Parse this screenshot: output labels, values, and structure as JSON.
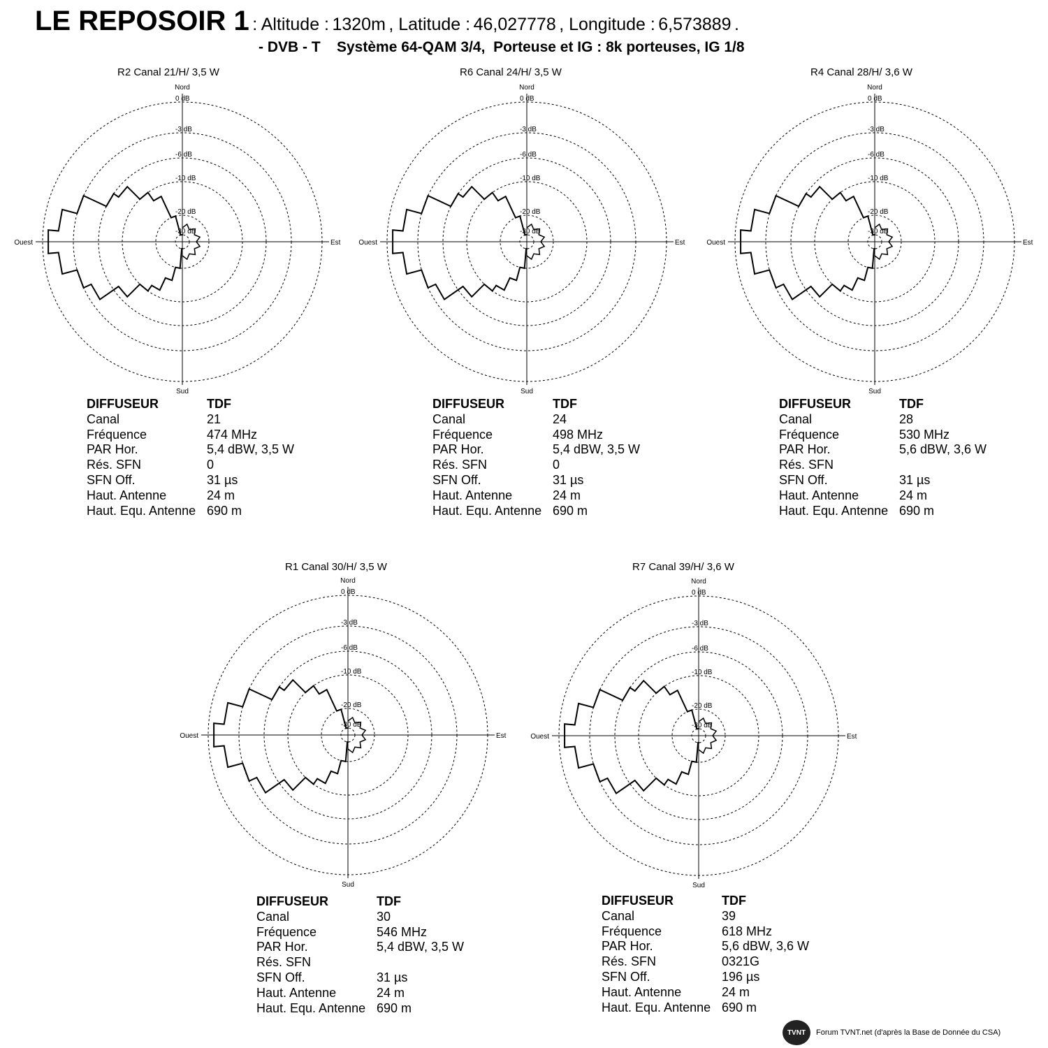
{
  "header": {
    "title": "LE REPOSOIR 1",
    "altitude_label": ": Altitude :",
    "altitude": "1320m",
    "latitude_label": ", Latitude :",
    "latitude": "46,027778",
    "longitude_label": ", Longitude :",
    "longitude": "6,573889",
    "end": ".",
    "subtitle": "- DVB - T    Système 64-QAM 3/4,  Porteuse et IG : 8k porteuses, IG 1/8"
  },
  "axis_labels": {
    "north": "Nord",
    "south": "Sud",
    "east": "Est",
    "west": "Ouest"
  },
  "ring_labels": [
    "0 dB",
    "-3 dB",
    "-6 dB",
    "-10 dB",
    "-20 dB",
    "-30 dB"
  ],
  "info_labels": {
    "diffuseur": "DIFFUSEUR",
    "canal": "Canal",
    "frequence": "Fréquence",
    "par": "PAR Hor.",
    "res_sfn": "Rés. SFN",
    "sfn_off": "SFN Off.",
    "haut": "Haut. Antenne",
    "haut_equ": "Haut. Equ. Antenne"
  },
  "footer": {
    "logo": "TVNT",
    "text": "Forum TVNT.net (d'après la Base de Donnée du CSA)"
  },
  "chart_data": [
    {
      "type": "polar",
      "title": "R2   Canal 21/H/ 3,5 W",
      "diffuseur": "TDF",
      "canal": "21",
      "frequence": "474 MHz",
      "par": "5,4 dBW, 3,5 W",
      "res_sfn": "0",
      "sfn_off": "31 µs",
      "haut": "24 m",
      "haut_equ": "690 m",
      "azimuth_deg": [
        180,
        190,
        200,
        210,
        220,
        230,
        240,
        250,
        260,
        270,
        280,
        290,
        300,
        310,
        320,
        330,
        340,
        350,
        360
      ],
      "attenuation_db": [
        -30,
        -20,
        -16,
        -12,
        -10,
        -7,
        -4,
        -3,
        -1.5,
        -0.5,
        -1.5,
        -3,
        -6,
        -7,
        -10,
        -13,
        -20,
        -30,
        -30
      ]
    },
    {
      "type": "polar",
      "title": "R6   Canal 24/H/ 3,5 W",
      "diffuseur": "TDF",
      "canal": "24",
      "frequence": "498 MHz",
      "par": "5,4 dBW, 3,5 W",
      "res_sfn": "0",
      "sfn_off": "31 µs",
      "haut": "24 m",
      "haut_equ": "690 m",
      "azimuth_deg": [
        180,
        190,
        200,
        210,
        220,
        230,
        240,
        250,
        260,
        270,
        280,
        290,
        300,
        310,
        320,
        330,
        340,
        350,
        360
      ],
      "attenuation_db": [
        -30,
        -20,
        -16,
        -12,
        -10,
        -7,
        -4,
        -3,
        -1.5,
        -0.5,
        -1.5,
        -3,
        -6,
        -7,
        -10,
        -13,
        -20,
        -30,
        -30
      ]
    },
    {
      "type": "polar",
      "title": "R4   Canal 28/H/ 3,6 W",
      "diffuseur": "TDF",
      "canal": "28",
      "frequence": "530 MHz",
      "par": "5,6 dBW, 3,6 W",
      "res_sfn": "",
      "sfn_off": "31 µs",
      "haut": "24 m",
      "haut_equ": "690 m",
      "azimuth_deg": [
        180,
        190,
        200,
        210,
        220,
        230,
        240,
        250,
        260,
        270,
        280,
        290,
        300,
        310,
        320,
        330,
        340,
        350,
        360
      ],
      "attenuation_db": [
        -30,
        -20,
        -16,
        -12,
        -10,
        -7,
        -4,
        -3,
        -1.5,
        -0.5,
        -1.5,
        -3,
        -6,
        -7,
        -10,
        -13,
        -20,
        -30,
        -30
      ]
    },
    {
      "type": "polar",
      "title": "R1   Canal 30/H/  3,5 W",
      "diffuseur": "TDF",
      "canal": "30",
      "frequence": "546 MHz",
      "par": "5,4 dBW, 3,5 W",
      "res_sfn": "",
      "sfn_off": "31 µs",
      "haut": "24 m",
      "haut_equ": "690 m",
      "azimuth_deg": [
        180,
        190,
        200,
        210,
        220,
        230,
        240,
        250,
        260,
        270,
        280,
        290,
        300,
        310,
        320,
        330,
        340,
        350,
        360
      ],
      "attenuation_db": [
        -30,
        -20,
        -16,
        -12,
        -10,
        -7,
        -4,
        -3,
        -1.5,
        -0.5,
        -1.5,
        -3,
        -6,
        -7,
        -10,
        -13,
        -20,
        -30,
        -30
      ]
    },
    {
      "type": "polar",
      "title": "R7   Canal  39/H/ 3,6 W",
      "diffuseur": "TDF",
      "canal": "39",
      "frequence": "618 MHz",
      "par": "5,6 dBW, 3,6 W",
      "res_sfn": "0321G",
      "sfn_off": "196 µs",
      "haut": "24 m",
      "haut_equ": "690 m",
      "azimuth_deg": [
        180,
        190,
        200,
        210,
        220,
        230,
        240,
        250,
        260,
        270,
        280,
        290,
        300,
        310,
        320,
        330,
        340,
        350,
        360
      ],
      "attenuation_db": [
        -30,
        -20,
        -16,
        -12,
        -10,
        -7,
        -4,
        -3,
        -1.5,
        -0.5,
        -1.5,
        -3,
        -6,
        -7,
        -10,
        -13,
        -20,
        -30,
        -30
      ]
    }
  ]
}
